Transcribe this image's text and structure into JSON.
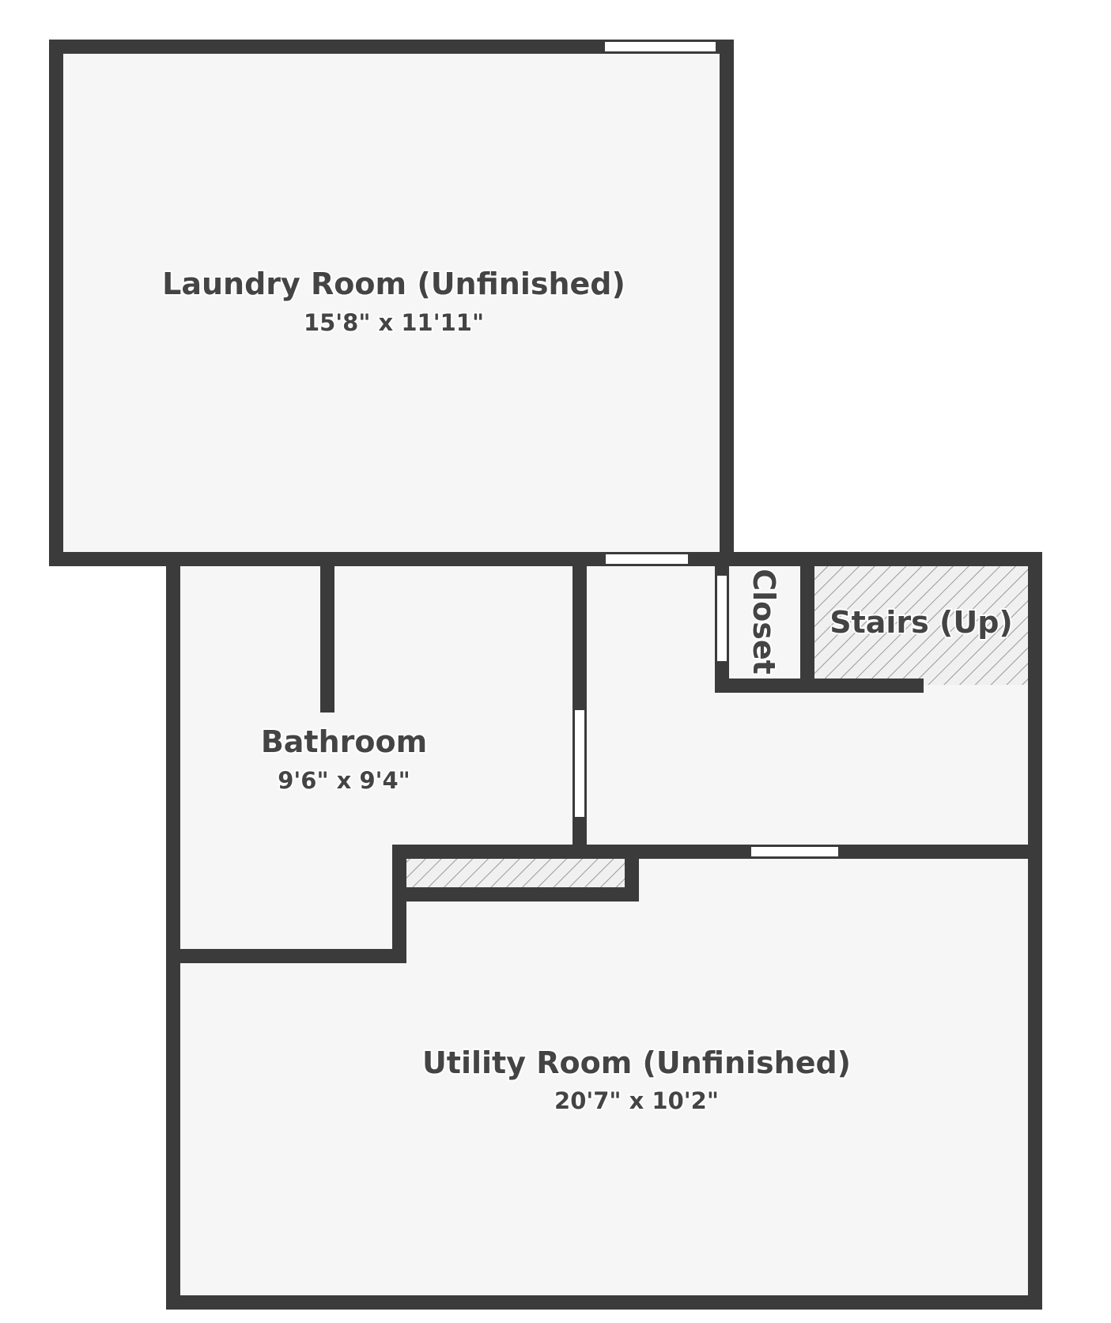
{
  "rooms": {
    "laundry": {
      "name": "Laundry Room (Unfinished)",
      "dims": "15'8\" x 11'11\""
    },
    "bathroom": {
      "name": "Bathroom",
      "dims": "9'6\" x 9'4\""
    },
    "closet": {
      "name": "Closet"
    },
    "stairs": {
      "name": "Stairs (Up)"
    },
    "utility": {
      "name": "Utility Room (Unfinished)",
      "dims": "20'7\" x 10'2\""
    }
  },
  "colors": {
    "wall": "#3b3b3b",
    "floor": "#f6f6f6",
    "text": "#444444",
    "background": "#ffffff"
  }
}
